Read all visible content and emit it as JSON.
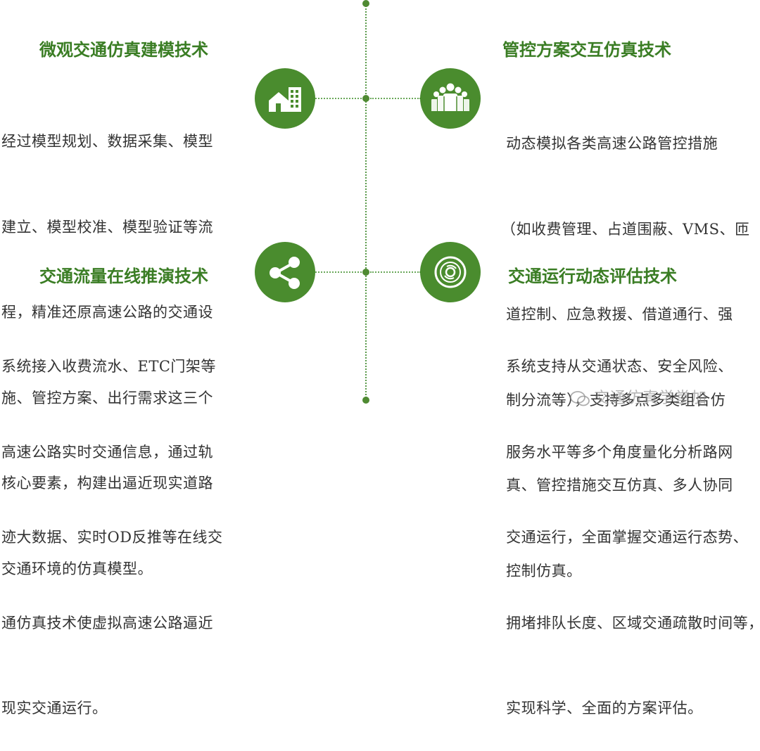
{
  "colors": {
    "accent": "#4f8a32",
    "icon_bg": "#4a8c2e",
    "heading": "#3a7d24",
    "text": "#333333"
  },
  "sections": [
    {
      "title": "微观交通仿真建模技术",
      "icon": "building-icon",
      "lines": [
        "经过模型规划、数据采集、模型",
        "建立、模型校准、模型验证等流",
        "程，精准还原高速公路的交通设",
        "施、管控方案、出行需求这三个",
        "核心要素，构建出逼近现实道路",
        "交通环境的仿真模型。"
      ]
    },
    {
      "title": "管控方案交互仿真技术",
      "icon": "people-group-icon",
      "lines": [
        " 动态模拟各类高速公路管控措施",
        "（如收费管理、占道围蔽、VMS、匝",
        " 道控制、应急救援、借道通行、强",
        " 制分流等），支持多点多类组合仿",
        " 真、管控措施交互仿真、多人协同",
        " 控制仿真。"
      ]
    },
    {
      "title": "交通流量在线推演技术",
      "icon": "share-icon",
      "lines": [
        "系统接入收费流水、ETC门架等",
        "高速公路实时交通信息，通过轨",
        "迹大数据、实时OD反推等在线交",
        "通仿真技术使虚拟高速公路逼近",
        "现实交通运行。"
      ]
    },
    {
      "title": "交通运行动态评估技术",
      "icon": "disc-icon",
      "lines": [
        " 系统支持从交通状态、安全风险、",
        " 服务水平等多个角度量化分析路网",
        " 交通运行，全面掌握交通运行态势、",
        " 拥堵排队长度、区域交通疏散时间等，",
        " 实现科学、全面的方案评估。"
      ]
    }
  ],
  "watermark": "交通仿真学堂加"
}
